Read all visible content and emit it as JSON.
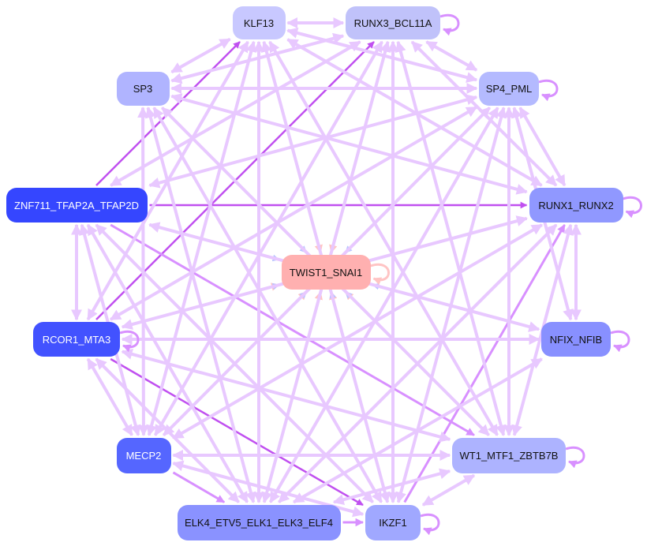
{
  "nodes": [
    {
      "id": "KLF13",
      "label": "KLF13",
      "color": "#c8c8ff",
      "dark": false
    },
    {
      "id": "RUNX3",
      "label": "RUNX3_BCL11A",
      "color": "#c0c2fa",
      "dark": false
    },
    {
      "id": "SP4",
      "label": "SP4_PML",
      "color": "#b4baff",
      "dark": false
    },
    {
      "id": "SP3",
      "label": "SP3",
      "color": "#b0b4ff",
      "dark": false
    },
    {
      "id": "ZNF711",
      "label": "ZNF711_TFAP2A_TFAP2D",
      "color": "#3546ff",
      "dark": true
    },
    {
      "id": "RUNX1",
      "label": "RUNX1_RUNX2",
      "color": "#9098ff",
      "dark": false
    },
    {
      "id": "TWIST1",
      "label": "TWIST1_SNAI1",
      "color": "#ffb0b0",
      "dark": false
    },
    {
      "id": "RCOR1",
      "label": "RCOR1_MTA3",
      "color": "#4252ff",
      "dark": true
    },
    {
      "id": "NFIX",
      "label": "NFIX_NFIB",
      "color": "#8890ff",
      "dark": false
    },
    {
      "id": "MECP2",
      "label": "MECP2",
      "color": "#5566ff",
      "dark": true
    },
    {
      "id": "WT1",
      "label": "WT1_MTF1_ZBTB7B",
      "color": "#adb3ff",
      "dark": false
    },
    {
      "id": "ELK4",
      "label": "ELK4_ETV5_ELK1_ELK3_ELF4",
      "color": "#8a92ff",
      "dark": false
    },
    {
      "id": "IKZF1",
      "label": "IKZF1",
      "color": "#a0a8ff",
      "dark": false
    }
  ],
  "edge_colors": {
    "light": "#e8c8ff",
    "strong": "#c050f0",
    "medium": "#d890ff",
    "pink": "#ffc4c4",
    "blue": "#b8c4ff"
  },
  "edges": [
    [
      "ZNF711",
      "KLF13",
      "strong"
    ],
    [
      "RCOR1",
      "RUNX3",
      "strong"
    ],
    [
      "RCOR1",
      "RUNX1",
      "strong"
    ],
    [
      "ZNF711",
      "RUNX1",
      "strong"
    ],
    [
      "RCOR1",
      "IKZF1",
      "strong"
    ],
    [
      "ZNF711",
      "RUNX3",
      "strong"
    ],
    [
      "MECP2",
      "RUNX3",
      "medium"
    ],
    [
      "ELK4",
      "RUNX1",
      "medium"
    ],
    [
      "IKZF1",
      "RUNX1",
      "medium"
    ],
    [
      "ZNF711",
      "WT1",
      "medium"
    ],
    [
      "RCOR1",
      "WT1",
      "medium"
    ],
    [
      "MECP2",
      "ELK4",
      "medium"
    ],
    [
      "KLF13",
      "TWIST1",
      "pink"
    ],
    [
      "RUNX3",
      "TWIST1",
      "pink"
    ],
    [
      "IKZF1",
      "TWIST1",
      "pink"
    ],
    [
      "ELK4",
      "TWIST1",
      "pink"
    ],
    [
      "WT1",
      "TWIST1",
      "pink"
    ],
    [
      "MECP2",
      "TWIST1",
      "pink"
    ],
    [
      "RCOR1",
      "TWIST1",
      "pink"
    ],
    [
      "TWIST1",
      "ZNF711",
      "pink"
    ],
    [
      "TWIST1",
      "RUNX1",
      "pink"
    ],
    [
      "TWIST1",
      "SP4",
      "pink"
    ],
    [
      "SP3",
      "TWIST1",
      "blue"
    ],
    [
      "SP4",
      "TWIST1",
      "blue"
    ],
    [
      "NFIX",
      "TWIST1",
      "blue"
    ],
    [
      "ZNF711",
      "TWIST1",
      "blue"
    ],
    [
      "RCOR1",
      "TWIST1",
      "blue"
    ],
    [
      "MECP2",
      "TWIST1",
      "blue"
    ],
    [
      "IKZF1",
      "TWIST1",
      "blue"
    ],
    [
      "WT1",
      "TWIST1",
      "blue"
    ],
    [
      "KLF13",
      "RUNX3",
      "light"
    ],
    [
      "KLF13",
      "SP4",
      "light"
    ],
    [
      "KLF13",
      "SP3",
      "light"
    ],
    [
      "KLF13",
      "RUNX1",
      "light"
    ],
    [
      "KLF13",
      "WT1",
      "light"
    ],
    [
      "KLF13",
      "IKZF1",
      "light"
    ],
    [
      "KLF13",
      "ELK4",
      "light"
    ],
    [
      "KLF13",
      "MECP2",
      "light"
    ],
    [
      "KLF13",
      "RCOR1",
      "light"
    ],
    [
      "RUNX3",
      "SP4",
      "light"
    ],
    [
      "RUNX3",
      "SP3",
      "light"
    ],
    [
      "RUNX3",
      "RUNX1",
      "light"
    ],
    [
      "RUNX3",
      "WT1",
      "light"
    ],
    [
      "RUNX3",
      "IKZF1",
      "light"
    ],
    [
      "RUNX3",
      "ELK4",
      "light"
    ],
    [
      "RUNX3",
      "MECP2",
      "light"
    ],
    [
      "RUNX3",
      "ZNF711",
      "light"
    ],
    [
      "SP4",
      "SP3",
      "light"
    ],
    [
      "SP4",
      "RUNX1",
      "light"
    ],
    [
      "SP4",
      "WT1",
      "light"
    ],
    [
      "SP4",
      "IKZF1",
      "light"
    ],
    [
      "SP4",
      "ELK4",
      "light"
    ],
    [
      "SP4",
      "MECP2",
      "light"
    ],
    [
      "SP4",
      "RCOR1",
      "light"
    ],
    [
      "SP4",
      "ZNF711",
      "light"
    ],
    [
      "SP3",
      "ELK4",
      "light"
    ],
    [
      "SP3",
      "MECP2",
      "light"
    ],
    [
      "SP3",
      "RUNX1",
      "light"
    ],
    [
      "SP3",
      "WT1",
      "light"
    ],
    [
      "SP3",
      "IKZF1",
      "light"
    ],
    [
      "ZNF711",
      "RCOR1",
      "light"
    ],
    [
      "ZNF711",
      "ELK4",
      "light"
    ],
    [
      "ZNF711",
      "MECP2",
      "light"
    ],
    [
      "ZNF711",
      "IKZF1",
      "light"
    ],
    [
      "ZNF711",
      "NFIX",
      "light"
    ],
    [
      "RUNX1",
      "WT1",
      "light"
    ],
    [
      "RUNX1",
      "ELK4",
      "light"
    ],
    [
      "RUNX1",
      "MECP2",
      "light"
    ],
    [
      "RUNX1",
      "RCOR1",
      "light"
    ],
    [
      "RUNX1",
      "NFIX",
      "light"
    ],
    [
      "RCOR1",
      "NFIX",
      "light"
    ],
    [
      "RCOR1",
      "MECP2",
      "light"
    ],
    [
      "RCOR1",
      "ELK4",
      "light"
    ],
    [
      "NFIX",
      "ELK4",
      "light"
    ],
    [
      "NFIX",
      "SP4",
      "light"
    ],
    [
      "MECP2",
      "WT1",
      "light"
    ],
    [
      "MECP2",
      "IKZF1",
      "light"
    ],
    [
      "WT1",
      "IKZF1",
      "light"
    ],
    [
      "WT1",
      "ELK4",
      "light"
    ],
    [
      "ELK4",
      "IKZF1",
      "medium"
    ],
    [
      "IKZF1",
      "RUNX3",
      "light"
    ],
    [
      "WT1",
      "RCOR1",
      "light"
    ]
  ],
  "self_loops": [
    "RUNX3",
    "SP4",
    "RUNX1",
    "TWIST1",
    "RCOR1",
    "NFIX",
    "WT1",
    "IKZF1"
  ]
}
